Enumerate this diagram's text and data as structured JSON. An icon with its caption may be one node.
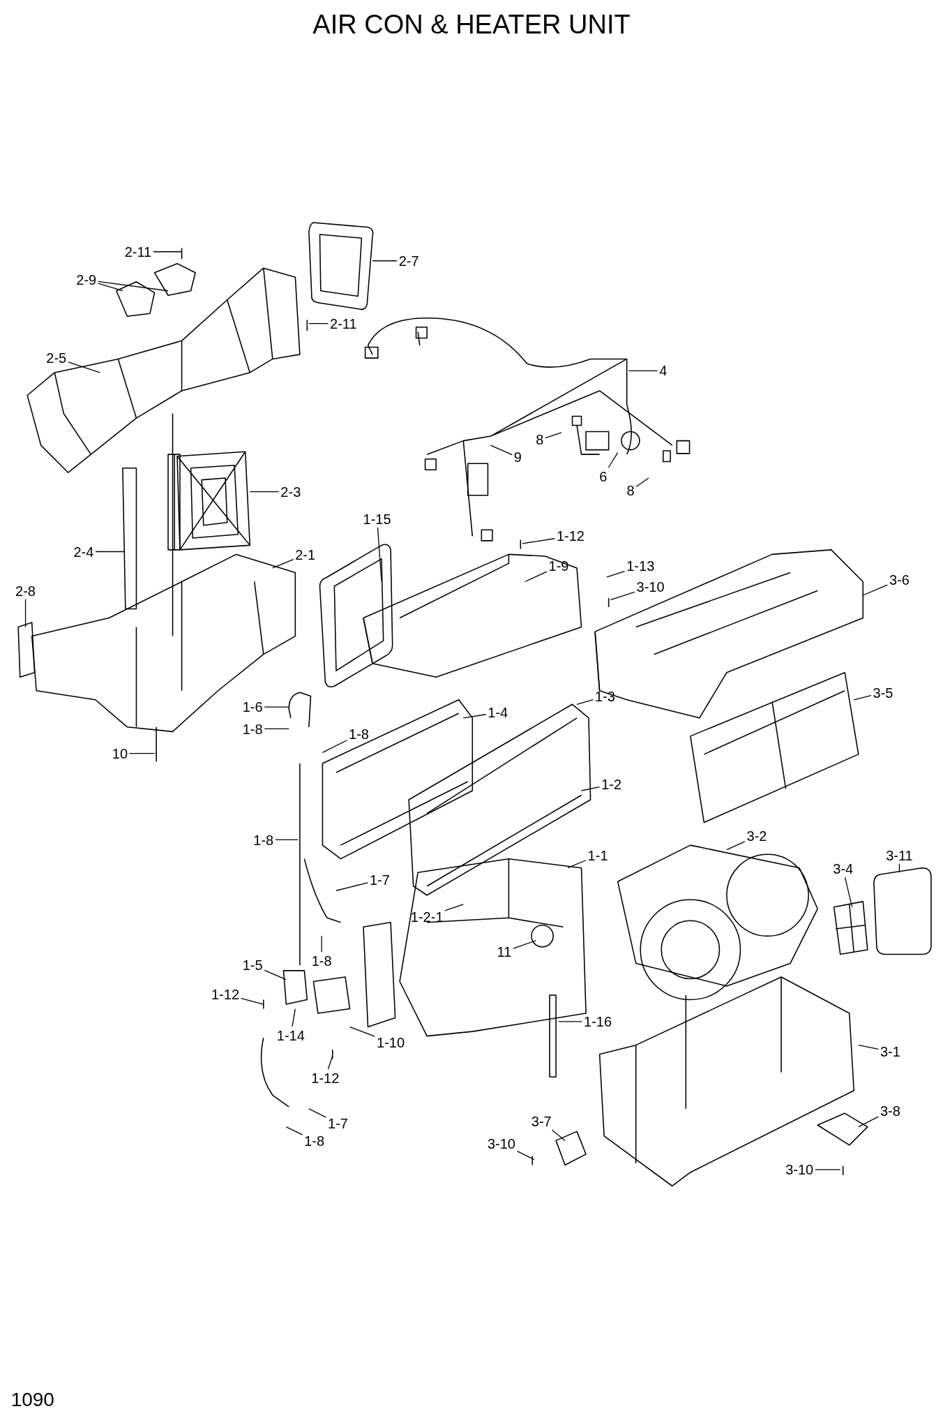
{
  "diagram": {
    "title": "AIR CON & HEATER UNIT",
    "nodes": [
      {
        "text": [
          "2-11"
        ]
      },
      {
        "text": [
          "2-9"
        ]
      },
      {
        "text": [
          "2-7"
        ]
      },
      {
        "text": [
          "2-11"
        ]
      },
      {
        "text": [
          "2-5"
        ]
      },
      {
        "text": [
          "4"
        ]
      },
      {
        "text": [
          "8"
        ]
      },
      {
        "text": [
          "9"
        ]
      },
      {
        "text": [
          "6"
        ]
      },
      {
        "text": [
          "8"
        ]
      },
      {
        "text": [
          "2-3"
        ]
      },
      {
        "text": [
          "1-15"
        ]
      },
      {
        "text": [
          "1-12"
        ]
      },
      {
        "text": [
          "2-4"
        ]
      },
      {
        "text": [
          "2-1"
        ]
      },
      {
        "text": [
          "1-9"
        ]
      },
      {
        "text": [
          "1-13"
        ]
      },
      {
        "text": [
          "3-10"
        ]
      },
      {
        "text": [
          "3-6"
        ]
      },
      {
        "text": [
          "2-8"
        ]
      },
      {
        "text": [
          "1-6"
        ]
      },
      {
        "text": [
          "1-8"
        ]
      },
      {
        "text": [
          "1-8"
        ]
      },
      {
        "text": [
          "1-4"
        ]
      },
      {
        "text": [
          "1-3"
        ]
      },
      {
        "text": [
          "3-5"
        ]
      },
      {
        "text": [
          "10"
        ]
      },
      {
        "text": [
          "1-2"
        ]
      },
      {
        "text": [
          "1-8"
        ]
      },
      {
        "text": [
          "3-2"
        ]
      },
      {
        "text": [
          "1-1"
        ]
      },
      {
        "text": [
          "3-4"
        ]
      },
      {
        "text": [
          "3-11"
        ]
      },
      {
        "text": [
          "1-7"
        ]
      },
      {
        "text": [
          "1-2-1"
        ]
      },
      {
        "text": [
          "11"
        ]
      },
      {
        "text": [
          "1-8"
        ]
      },
      {
        "text": [
          "1-5"
        ]
      },
      {
        "text": [
          "1-12"
        ]
      },
      {
        "text": [
          "1-16"
        ]
      },
      {
        "text": [
          "1-14"
        ]
      },
      {
        "text": [
          "1-10"
        ]
      },
      {
        "text": [
          "3-1"
        ]
      },
      {
        "text": [
          "1-12"
        ]
      },
      {
        "text": [
          "3-8"
        ]
      },
      {
        "text": [
          "1-7"
        ]
      },
      {
        "text": [
          "3-7"
        ]
      },
      {
        "text": [
          "1-8"
        ]
      },
      {
        "text": [
          "3-10"
        ]
      },
      {
        "text": [
          "3-10"
        ]
      }
    ],
    "edges": [
      {
        "from": 0,
        "to": null,
        "arrow": "none"
      },
      {
        "from": 1,
        "to": null,
        "arrow": "none"
      },
      {
        "from": 1,
        "to": null,
        "arrow": "none"
      },
      {
        "from": 2,
        "to": null,
        "arrow": "none"
      },
      {
        "from": 3,
        "to": null,
        "arrow": "none"
      },
      {
        "from": 4,
        "to": null,
        "arrow": "none"
      },
      {
        "from": 5,
        "to": null,
        "arrow": "none"
      },
      {
        "from": 6,
        "to": null,
        "arrow": "none"
      },
      {
        "from": 7,
        "to": null,
        "arrow": "none"
      },
      {
        "from": 8,
        "to": null,
        "arrow": "none"
      },
      {
        "from": 9,
        "to": null,
        "arrow": "none"
      },
      {
        "from": 10,
        "to": null,
        "arrow": "none"
      },
      {
        "from": 11,
        "to": null,
        "arrow": "none"
      },
      {
        "from": 12,
        "to": null,
        "arrow": "none"
      },
      {
        "from": 13,
        "to": null,
        "arrow": "none"
      },
      {
        "from": 14,
        "to": null,
        "arrow": "none"
      },
      {
        "from": 15,
        "to": null,
        "arrow": "none"
      },
      {
        "from": 16,
        "to": null,
        "arrow": "none"
      },
      {
        "from": 17,
        "to": null,
        "arrow": "none"
      },
      {
        "from": 18,
        "to": null,
        "arrow": "none"
      },
      {
        "from": 19,
        "to": null,
        "arrow": "none"
      },
      {
        "from": 20,
        "to": null,
        "arrow": "none"
      },
      {
        "from": 21,
        "to": null,
        "arrow": "none"
      },
      {
        "from": 22,
        "to": null,
        "arrow": "none"
      },
      {
        "from": 23,
        "to": null,
        "arrow": "none"
      },
      {
        "from": 24,
        "to": null,
        "arrow": "none"
      },
      {
        "from": 25,
        "to": null,
        "arrow": "none"
      },
      {
        "from": 26,
        "to": null,
        "arrow": "none"
      },
      {
        "from": 27,
        "to": null,
        "arrow": "none"
      },
      {
        "from": 28,
        "to": null,
        "arrow": "none"
      },
      {
        "from": 29,
        "to": null,
        "arrow": "none"
      },
      {
        "from": 30,
        "to": null,
        "arrow": "none"
      },
      {
        "from": 31,
        "to": null,
        "arrow": "none"
      },
      {
        "from": 32,
        "to": null,
        "arrow": "none"
      },
      {
        "from": 33,
        "to": null,
        "arrow": "none"
      },
      {
        "from": 34,
        "to": null,
        "arrow": "none"
      },
      {
        "from": 35,
        "to": null,
        "arrow": "none"
      },
      {
        "from": 36,
        "to": null,
        "arrow": "none"
      },
      {
        "from": 37,
        "to": null,
        "arrow": "none"
      },
      {
        "from": 38,
        "to": null,
        "arrow": "none"
      },
      {
        "from": 39,
        "to": null,
        "arrow": "none"
      },
      {
        "from": 40,
        "to": null,
        "arrow": "none"
      },
      {
        "from": 41,
        "to": null,
        "arrow": "none"
      },
      {
        "from": 42,
        "to": null,
        "arrow": "none"
      },
      {
        "from": 43,
        "to": null,
        "arrow": "none"
      },
      {
        "from": 44,
        "to": null,
        "arrow": "none"
      },
      {
        "from": 45,
        "to": null,
        "arrow": "none"
      },
      {
        "from": 46,
        "to": null,
        "arrow": "none"
      },
      {
        "from": 47,
        "to": null,
        "arrow": "none"
      },
      {
        "from": 48,
        "to": null,
        "arrow": "none"
      },
      {
        "from": 49,
        "to": null,
        "arrow": "none"
      }
    ],
    "labels": [
      "1090"
    ]
  }
}
